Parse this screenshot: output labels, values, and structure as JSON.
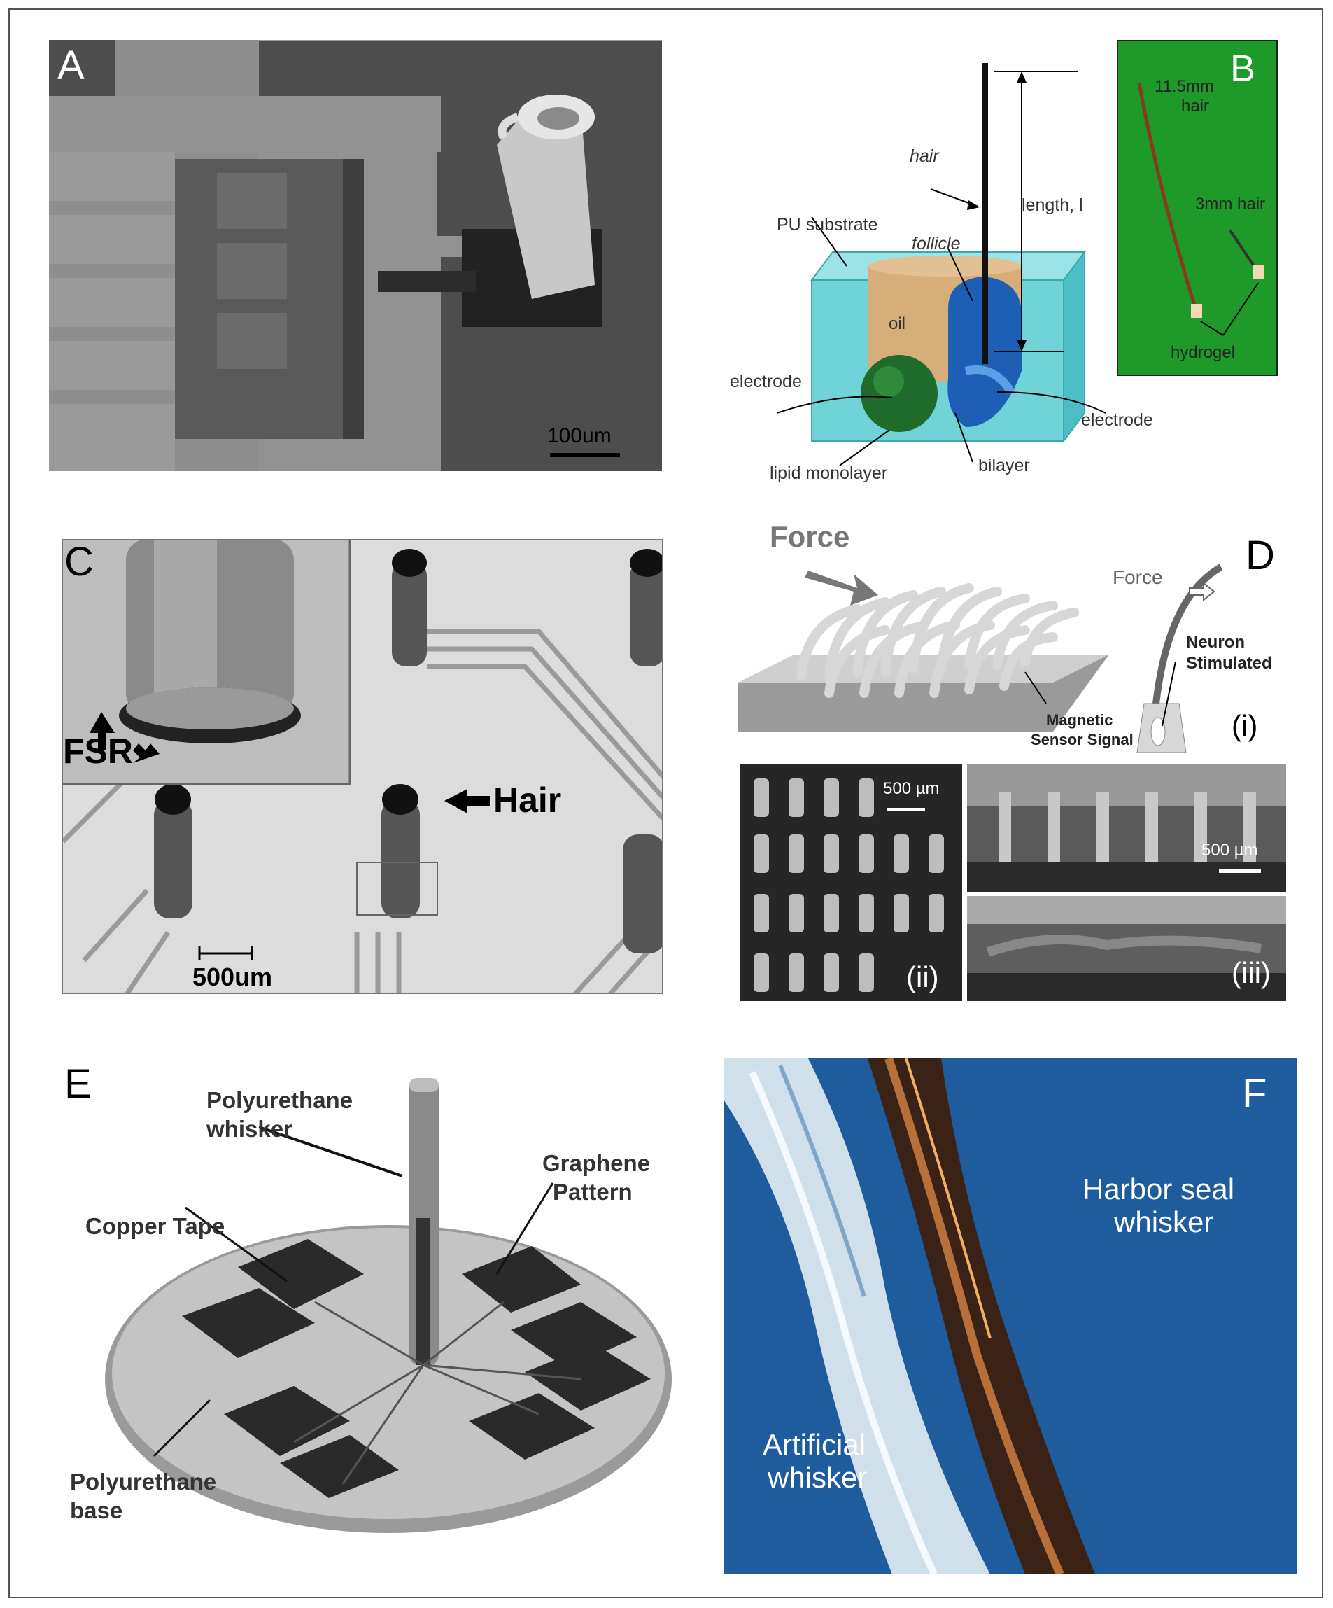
{
  "panels": {
    "a": {
      "label": "A",
      "scale_bar": "100um"
    },
    "b": {
      "label": "B",
      "schematic": {
        "hair": "hair",
        "length": "length, l",
        "pu_substrate": "PU substrate",
        "follicle": "follicle",
        "oil": "oil",
        "electrode_left": "electrode",
        "electrode_right": "electrode",
        "lipid_monolayer": "lipid monolayer",
        "bilayer": "bilayer"
      },
      "photo": {
        "long_hair_line1": "11.5mm",
        "long_hair_line2": "hair",
        "short_hair": "3mm hair",
        "hydrogel": "hydrogel"
      }
    },
    "c": {
      "label": "C",
      "fsr": "FSR",
      "hair": "Hair",
      "scale_bar": "500um"
    },
    "d": {
      "label": "D",
      "force_large": "Force",
      "force_small": "Force",
      "neuron_line1": "Neuron",
      "neuron_line2": "Stimulated",
      "magnetic_line1": "Magnetic",
      "magnetic_line2": "Sensor Signal",
      "sub_i": "(i)",
      "sub_ii": "(ii)",
      "sub_iii": "(iii)",
      "scale_ii": "500 µm",
      "scale_iii": "500 µm"
    },
    "e": {
      "label": "E",
      "whisker_line1": "Polyurethane",
      "whisker_line2": "whisker",
      "graphene_line1": "Graphene",
      "graphene_line2": "Pattern",
      "copper": "Copper Tape",
      "base_line1": "Polyurethane",
      "base_line2": "base"
    },
    "f": {
      "label": "F",
      "seal_line1": "Harbor seal",
      "seal_line2": "whisker",
      "artificial_line1": "Artificial",
      "artificial_line2": "whisker"
    }
  },
  "colors": {
    "panel_f_background": "#1f5c9e",
    "panel_b_photo_background": "#1f9a2b",
    "pu_substrate": "#6fd3d8",
    "oil": "#d7ad79",
    "follicle": "#1d5fb5",
    "lipid": "#1f6b2b"
  }
}
